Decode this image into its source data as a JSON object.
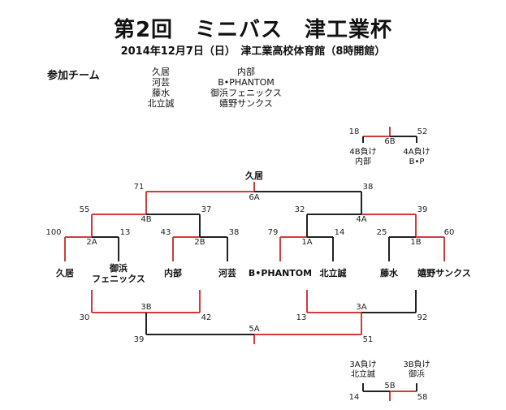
{
  "header": {
    "title": "第2回　ミニバス　津工業杯",
    "subtitle": "2014年12月7日（日）　津工業高校体育館（8時開館）"
  },
  "teams_section": {
    "label": "参加チーム",
    "col1": [
      "久居",
      "河芸",
      "藤水",
      "北立誠"
    ],
    "col2": [
      "内部",
      "B•PHANTOM",
      "御浜フェニックス",
      "嬉野サンクス"
    ]
  },
  "bracket": {
    "teams": [
      "久居",
      "御浜フェニックス",
      "内部",
      "河芸",
      "B•PHANTOM",
      "北立誠",
      "藤水",
      "嬉野サンクス"
    ],
    "team_misahama_l1": "御浜",
    "team_misahama_l2": "フェニックス",
    "game_2A": {
      "id": "2A",
      "left": "100",
      "right": "13"
    },
    "game_2B": {
      "id": "2B",
      "left": "43",
      "right": "38"
    },
    "game_1A": {
      "id": "1A",
      "left": "79",
      "right": "14"
    },
    "game_1B": {
      "id": "1B",
      "left": "25",
      "right": "60"
    },
    "game_4B": {
      "id": "4B",
      "left": "55",
      "right": "37"
    },
    "game_4A": {
      "id": "4A",
      "left": "32",
      "right": "39"
    },
    "game_6A": {
      "id": "6A",
      "left": "71",
      "right": "38"
    },
    "champion": "久居",
    "game_3B": {
      "id": "3B",
      "left": "30",
      "right": "42"
    },
    "game_3A": {
      "id": "3A",
      "left": "13",
      "right": "92"
    },
    "game_5A": {
      "id": "5A",
      "left": "39",
      "right": "51"
    },
    "game_6B": {
      "id": "6B",
      "left": "18",
      "right": "52",
      "left_note1": "4B負け",
      "left_note2": "内部",
      "right_note1": "4A負け",
      "right_note2": "B•P"
    },
    "game_5B": {
      "id": "5B",
      "left": "14",
      "right": "58",
      "left_note1": "3A負け",
      "left_note2": "北立誠",
      "right_note1": "3B負け",
      "right_note2": "御浜"
    }
  },
  "colors": {
    "winner_line": "#d23b3b",
    "loser_line": "#222222"
  }
}
